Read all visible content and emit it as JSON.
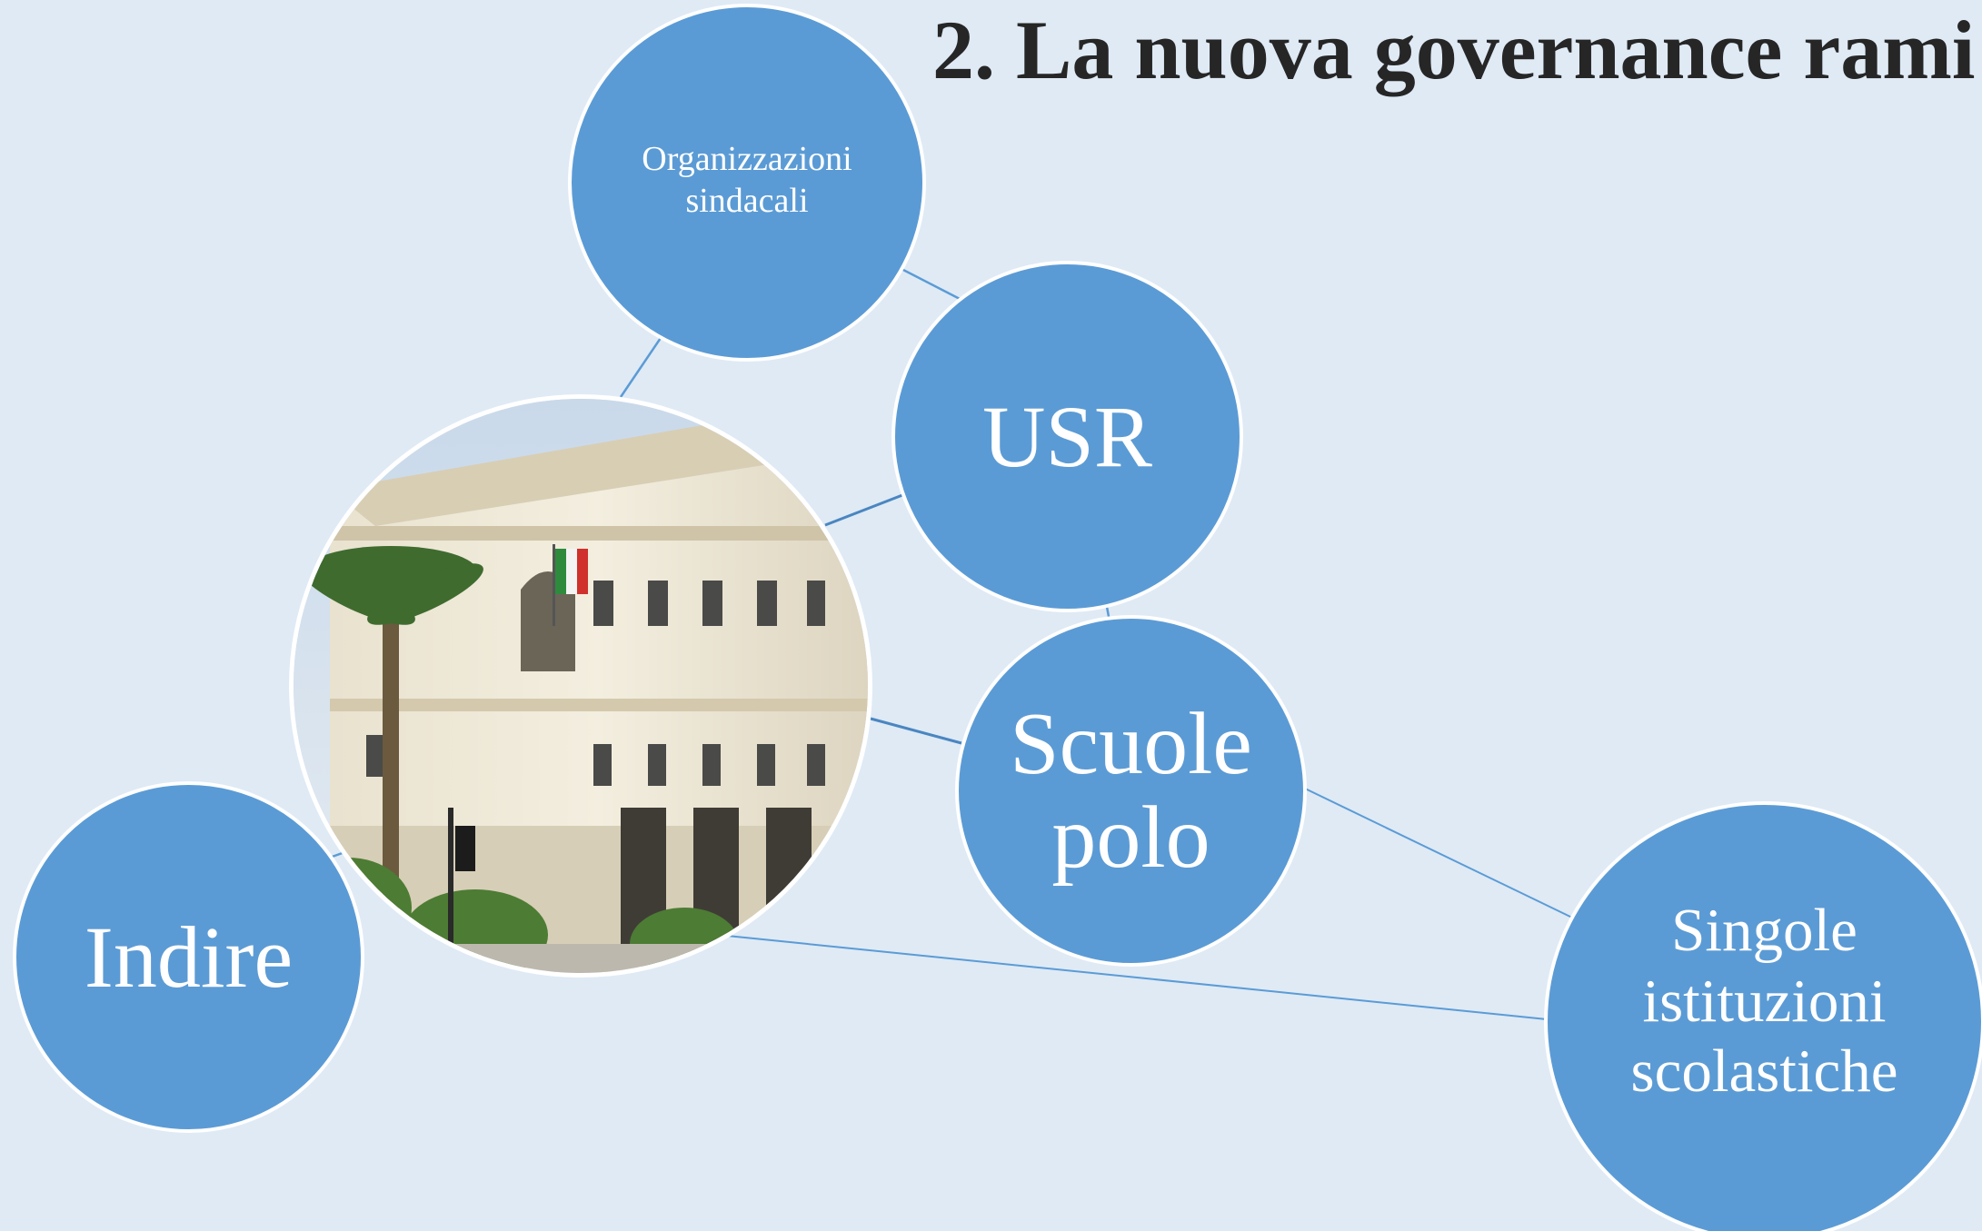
{
  "slide": {
    "title": "2. La nuova governance rami",
    "accent_color": "#5b9bd5",
    "background_color": "#dfeaf5"
  },
  "nodes": {
    "organizzazioni": {
      "label": "Organizzazioni\nsindacali"
    },
    "usr": {
      "label": "USR"
    },
    "scuole": {
      "label": "Scuole\npolo"
    },
    "indire": {
      "label": "Indire"
    },
    "singole": {
      "label": "Singole\nistituzioni\nscolastiche"
    }
  },
  "photo": {
    "subject": "ministry-building-photo"
  }
}
